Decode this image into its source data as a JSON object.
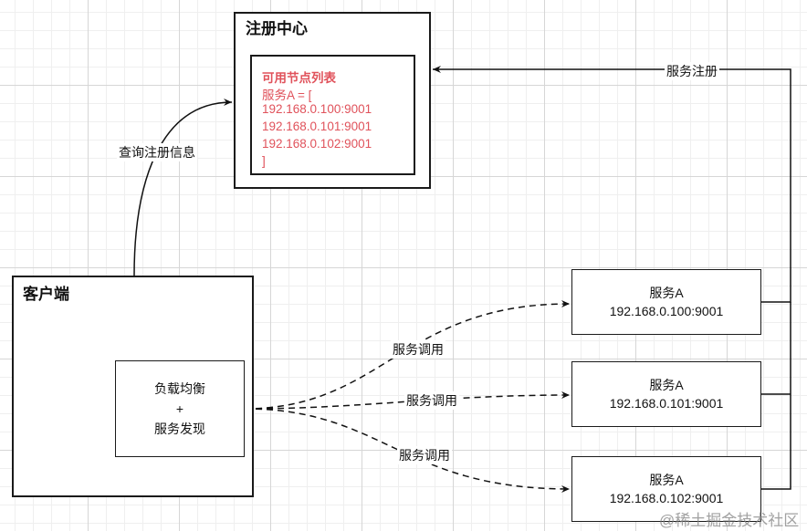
{
  "registry": {
    "title": "注册中心",
    "node_list": {
      "heading": "可用节点列表",
      "lines": [
        "服务A = [",
        "192.168.0.100:9001",
        "192.168.0.101:9001",
        "192.168.0.102:9001",
        "]"
      ]
    }
  },
  "client": {
    "title": "客户端",
    "load_balancer": {
      "line1": "负载均衡",
      "line2": "+",
      "line3": "服务发现"
    }
  },
  "services": [
    {
      "name": "服务A",
      "address": "192.168.0.100:9001"
    },
    {
      "name": "服务A",
      "address": "192.168.0.101:9001"
    },
    {
      "name": "服务A",
      "address": "192.168.0.102:9001"
    }
  ],
  "edges": {
    "query_label": "查询注册信息",
    "register_label": "服务注册",
    "call_labels": [
      "服务调用",
      "服务调用",
      "服务调用"
    ]
  },
  "watermark": "@稀土掘金技术社区"
}
